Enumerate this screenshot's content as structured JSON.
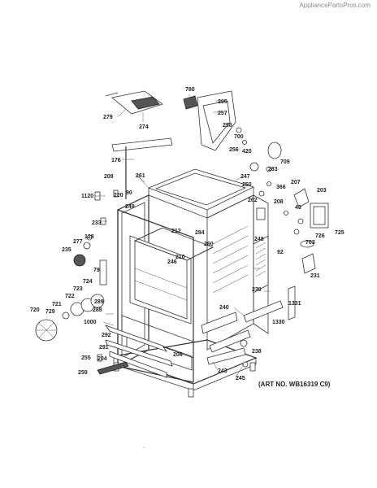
{
  "watermark": "AppliancePartsPros.com",
  "art_number": "(ART NO. WB16319 C9)",
  "page_mark": ".",
  "callouts": [
    {
      "id": "780"
    },
    {
      "id": "295"
    },
    {
      "id": "257"
    },
    {
      "id": "279"
    },
    {
      "id": "274"
    },
    {
      "id": "258"
    },
    {
      "id": "700"
    },
    {
      "id": "420"
    },
    {
      "id": "256"
    },
    {
      "id": "283"
    },
    {
      "id": "709"
    },
    {
      "id": "176"
    },
    {
      "id": "209"
    },
    {
      "id": "261"
    },
    {
      "id": "247"
    },
    {
      "id": "250"
    },
    {
      "id": "366"
    },
    {
      "id": "207"
    },
    {
      "id": "203"
    },
    {
      "id": "1120"
    },
    {
      "id": "220"
    },
    {
      "id": "90"
    },
    {
      "id": "249"
    },
    {
      "id": "262"
    },
    {
      "id": "208"
    },
    {
      "id": "43"
    },
    {
      "id": "233"
    },
    {
      "id": "212"
    },
    {
      "id": "284"
    },
    {
      "id": "260"
    },
    {
      "id": "248"
    },
    {
      "id": "726"
    },
    {
      "id": "725"
    },
    {
      "id": "277"
    },
    {
      "id": "128"
    },
    {
      "id": "703"
    },
    {
      "id": "235"
    },
    {
      "id": "210"
    },
    {
      "id": "246"
    },
    {
      "id": "92"
    },
    {
      "id": "79"
    },
    {
      "id": "231"
    },
    {
      "id": "724"
    },
    {
      "id": "723"
    },
    {
      "id": "722"
    },
    {
      "id": "239"
    },
    {
      "id": "721"
    },
    {
      "id": "289"
    },
    {
      "id": "1331"
    },
    {
      "id": "720"
    },
    {
      "id": "729"
    },
    {
      "id": "288"
    },
    {
      "id": "240"
    },
    {
      "id": "1000"
    },
    {
      "id": "1330"
    },
    {
      "id": "292"
    },
    {
      "id": "291"
    },
    {
      "id": "206"
    },
    {
      "id": "255"
    },
    {
      "id": "204"
    },
    {
      "id": "238"
    },
    {
      "id": "243"
    },
    {
      "id": "259"
    },
    {
      "id": "245"
    }
  ]
}
